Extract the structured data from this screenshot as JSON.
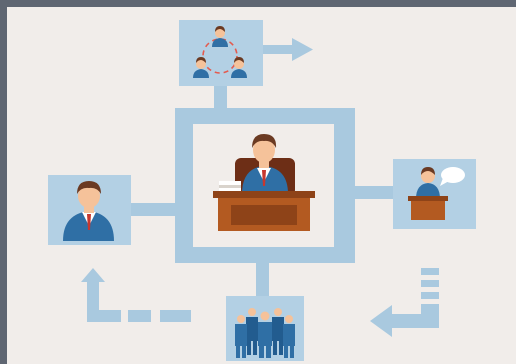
{
  "diagram": {
    "colors": {
      "frame": "#5f6672",
      "background": "#f1edea",
      "connector": "#a9c9df",
      "panel": "#b3d0e4",
      "suit": "#2f6fa5",
      "suit_dark": "#225c8f",
      "skin": "#f5c29a",
      "hair": "#6b3a22",
      "desk": "#b35a21",
      "desk_dark": "#8e4318",
      "chair": "#6d2e16",
      "tie": "#c7382f",
      "shirt": "#ffffff",
      "cycle_arrow": "#e35b4f"
    },
    "nodes": [
      {
        "id": "central-manager",
        "icon": "manager-at-desk-icon"
      },
      {
        "id": "team-meeting",
        "icon": "meeting-cycle-icon"
      },
      {
        "id": "employee",
        "icon": "employee-portrait-icon"
      },
      {
        "id": "speaker",
        "icon": "speaker-at-podium-icon"
      },
      {
        "id": "workforce",
        "icon": "team-group-icon"
      }
    ],
    "arrows": [
      {
        "id": "meeting-output",
        "direction": "right"
      },
      {
        "id": "feedback-loop",
        "direction": "up"
      },
      {
        "id": "return-flow",
        "direction": "down-left"
      }
    ]
  }
}
